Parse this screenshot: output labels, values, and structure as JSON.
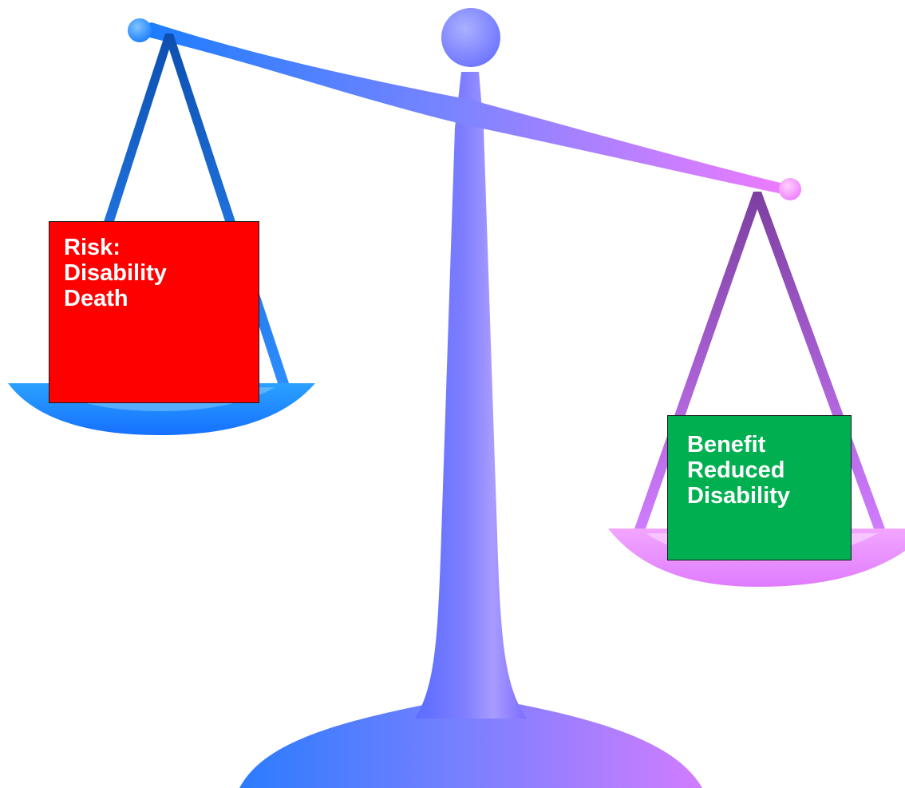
{
  "risk_box": {
    "lines": [
      "Risk:",
      "Disability",
      "Death"
    ],
    "color": "#ff0000"
  },
  "benefit_box": {
    "lines": [
      "Benefit",
      "Reduced",
      "Disability"
    ],
    "color": "#00b050"
  },
  "scale": {
    "left_color": "#1a7dff",
    "right_color": "#e87bff",
    "stand_color": "#7b7dff"
  }
}
